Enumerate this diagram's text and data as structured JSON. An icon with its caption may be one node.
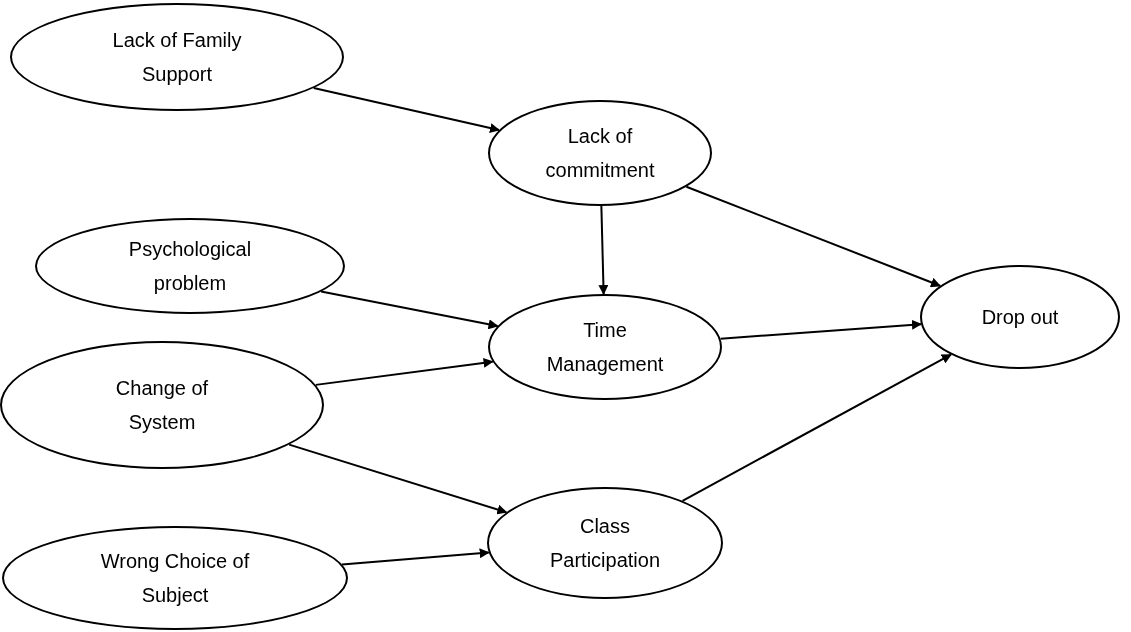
{
  "diagram": {
    "nodes": [
      {
        "text": [
          "Lack of Family Support"
        ]
      },
      {
        "text": [
          "Lack of commitment"
        ]
      },
      {
        "text": [
          "Psychological problem"
        ]
      },
      {
        "text": [
          "Time Management"
        ]
      },
      {
        "text": [
          "Change of System"
        ]
      },
      {
        "text": [
          "Drop out"
        ]
      },
      {
        "text": [
          "Class Participation"
        ]
      },
      {
        "text": [
          "Wrong Choice of Subject"
        ]
      }
    ],
    "edges": [
      {
        "from": 0,
        "to": 1,
        "arrow": "to"
      },
      {
        "from": 1,
        "to": 3,
        "arrow": "to"
      },
      {
        "from": 1,
        "to": 5,
        "arrow": "to"
      },
      {
        "from": 2,
        "to": 3,
        "arrow": "to"
      },
      {
        "from": 4,
        "to": 3,
        "arrow": "to"
      },
      {
        "from": 4,
        "to": 6,
        "arrow": "to"
      },
      {
        "from": 3,
        "to": 5,
        "arrow": "to"
      },
      {
        "from": 6,
        "to": 5,
        "arrow": "to"
      },
      {
        "from": 7,
        "to": 6,
        "arrow": "to"
      }
    ]
  }
}
